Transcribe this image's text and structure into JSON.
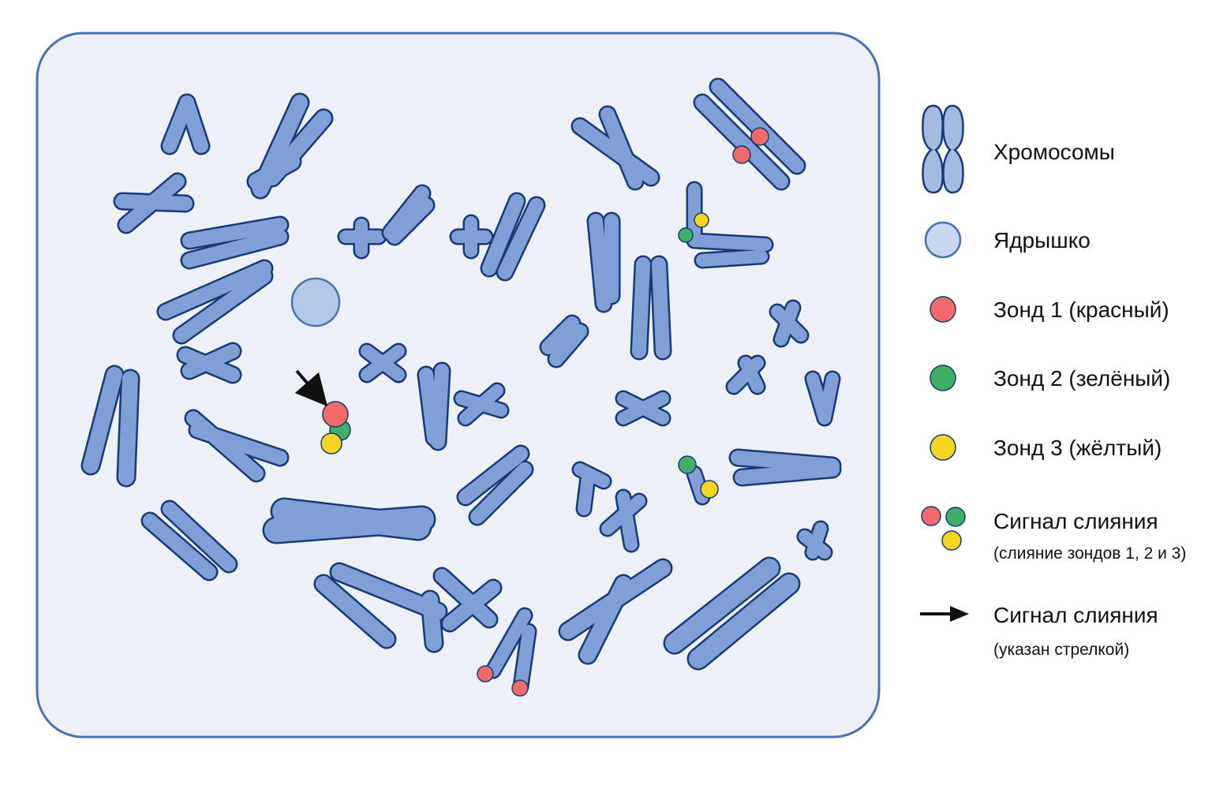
{
  "colors": {
    "panel_fill": "#edf1f7",
    "panel_stroke": "#4a72b0",
    "chromosome_fill": "#7f9fd6",
    "chromosome_stroke": "#173a78",
    "nucleolus_fill": "#b4c8ea",
    "nucleolus_stroke": "#4a72b0",
    "probe_red": "#f26a6a",
    "probe_green": "#3fae66",
    "probe_yellow": "#f4d51f",
    "arrow": "#111111"
  },
  "icons": {
    "chromosome": "chromosome-icon",
    "nucleolus": "nucleolus-icon",
    "probe_1": "red-probe-icon",
    "probe_2": "green-probe-icon",
    "probe_3": "yellow-probe-icon",
    "fusion": "fusion-signal-icon",
    "arrow": "arrow-icon"
  },
  "legend": {
    "chromosomes": "Хромосомы",
    "nucleolus": "Ядрышко",
    "probe_1": "Зонд 1 (красный)",
    "probe_2": "Зонд 2 (зелёный)",
    "probe_3": "Зонд 3 (жёлтый)",
    "fusion_title": "Сигнал слияния",
    "fusion_note": "(слияние зондов 1, 2 и 3)",
    "arrow_title": "Сигнал слияния",
    "arrow_note": "(указан стрелкой)"
  }
}
